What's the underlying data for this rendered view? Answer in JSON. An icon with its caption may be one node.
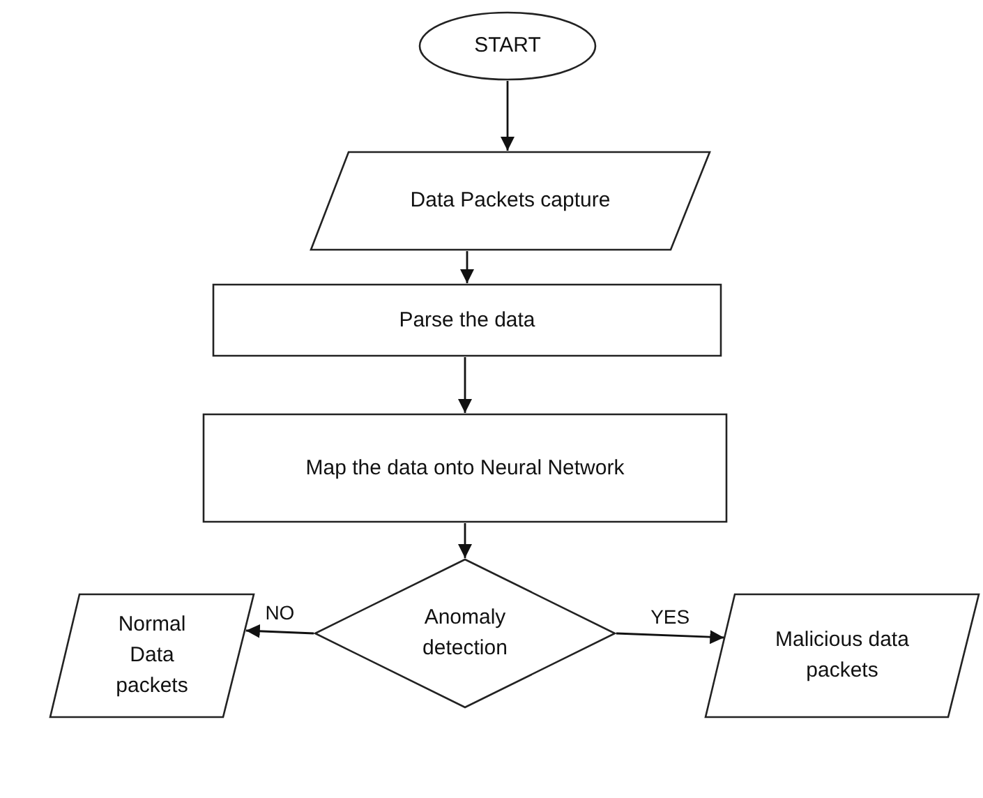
{
  "diagram": {
    "nodes": [
      {
        "text": [
          "START"
        ]
      },
      {
        "text": [
          "Data Packets capture"
        ]
      },
      {
        "text": [
          "Parse the data"
        ]
      },
      {
        "text": [
          "Map the data onto Neural Network"
        ]
      },
      {
        "text": [
          "Anomaly detection"
        ]
      },
      {
        "text": [
          "Normal Data packets"
        ]
      },
      {
        "text": [
          "Malicious data packets"
        ]
      }
    ],
    "edges": [
      {
        "from": 0,
        "to": 1,
        "arrow": "to"
      },
      {
        "from": 1,
        "to": 2,
        "arrow": "to"
      },
      {
        "from": 2,
        "to": 3,
        "arrow": "to"
      },
      {
        "from": 3,
        "to": 4,
        "arrow": "to"
      },
      {
        "from": 4,
        "to": 5,
        "arrow": "to",
        "label": "NO"
      },
      {
        "from": 4,
        "to": 6,
        "arrow": "to",
        "label": "YES"
      }
    ]
  }
}
